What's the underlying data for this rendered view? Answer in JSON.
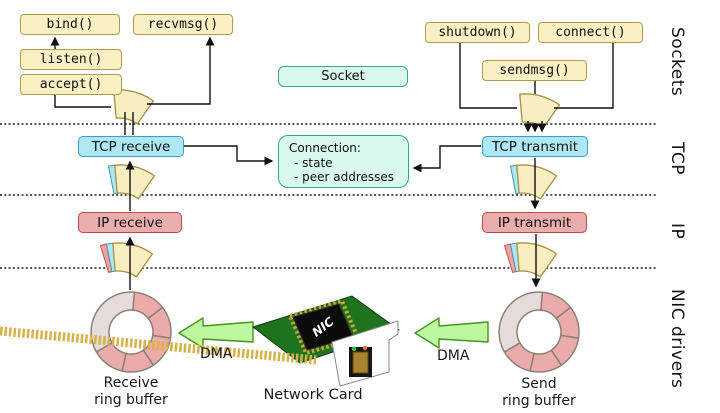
{
  "side_labels": {
    "sockets": "Sockets",
    "tcp": "TCP",
    "ip": "IP",
    "nic": "NIC drivers"
  },
  "syscalls": {
    "bind": "bind()",
    "recvmsg": "recvmsg()",
    "listen": "listen()",
    "accept": "accept()",
    "shutdown": "shutdown()",
    "connect": "connect()",
    "sendmsg": "sendmsg()"
  },
  "socket_box": "Socket",
  "tcp": {
    "receive": "TCP receive",
    "transmit": "TCP transmit"
  },
  "connection": {
    "title": "Connection:",
    "items": [
      "- state",
      "- peer addresses"
    ]
  },
  "ip": {
    "receive": "IP receive",
    "transmit": "IP transmit"
  },
  "nic": {
    "receive_ring": {
      "line1": "Receive",
      "line2": "ring buffer"
    },
    "send_ring": {
      "line1": "Send",
      "line2": "ring buffer"
    },
    "network_card_label": "Network Card",
    "chip_label": "NIC",
    "dma_left": "DMA",
    "dma_right": "DMA"
  },
  "rings": {
    "filled_segments": 5,
    "free_segments": 1,
    "filled_color": "#eaabaa",
    "free_color": "#e4dbda",
    "outline_color": "#8c8178"
  },
  "colors": {
    "syscall_fill": "#faf0c4",
    "syscall_border": "#b09c4e",
    "tcp_fill": "#aee8f7",
    "tcp_border": "#3aa0c0",
    "mint_fill": "#d9f8ee",
    "mint_border": "#36a985",
    "ip_fill": "#e9adad",
    "ip_border": "#bf4a48",
    "funnel_fill": "#f8eec2",
    "funnel_blue": "#aee6f5",
    "funnel_red": "#f2a3a0",
    "dma_fill": "#bdf79e",
    "dma_border": "#44941f",
    "pcb_green": "#1e741e",
    "line": "#1a1a1a"
  }
}
